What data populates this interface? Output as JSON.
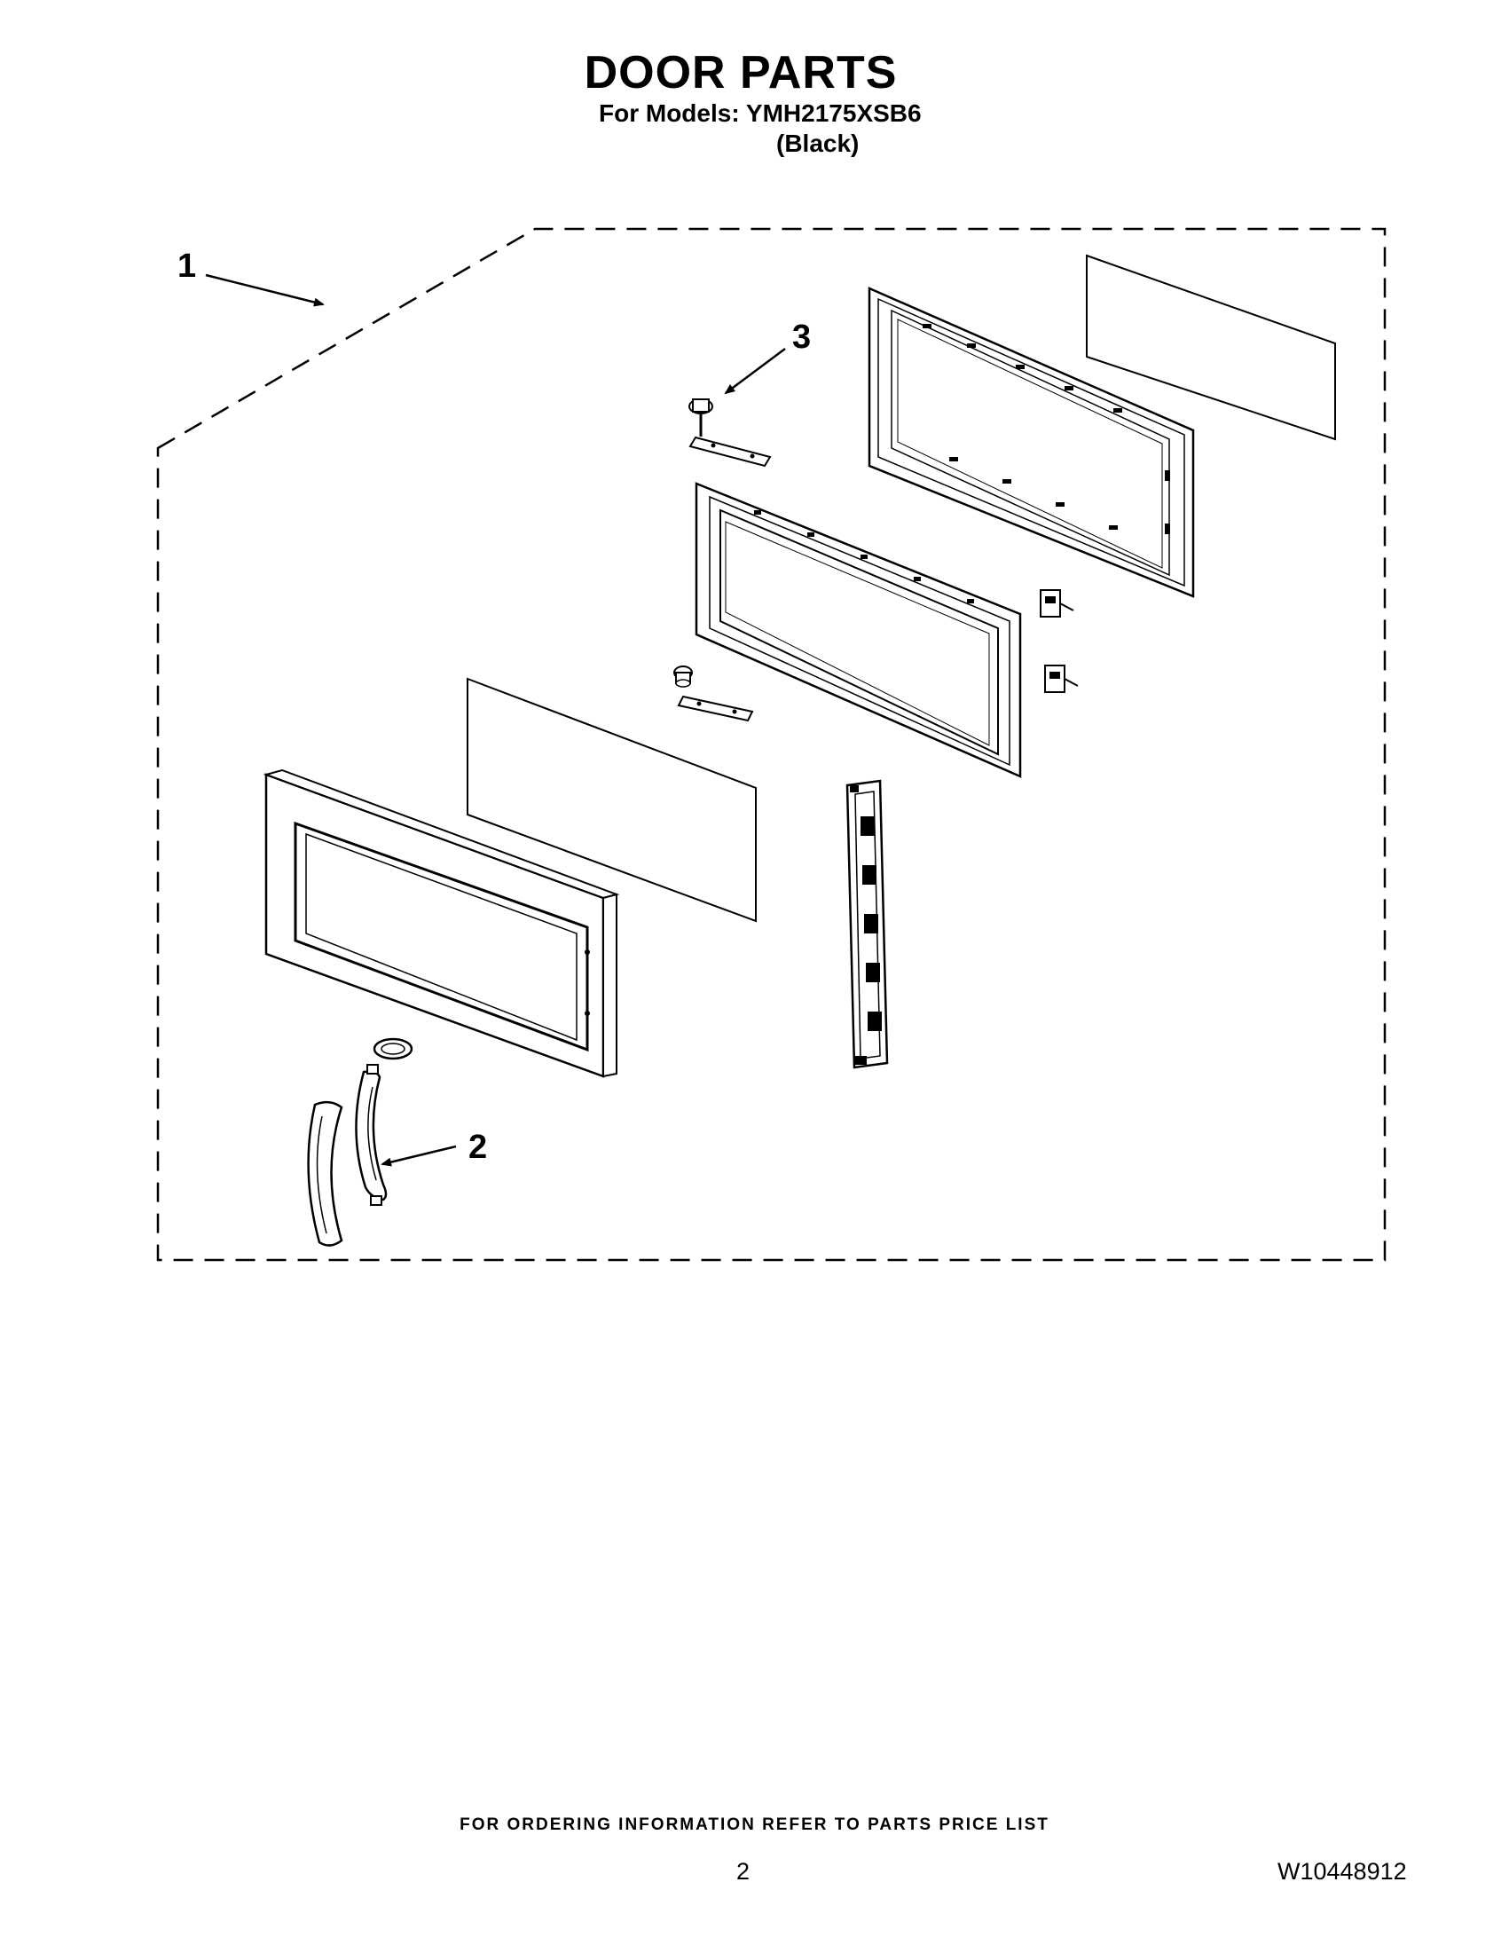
{
  "header": {
    "title": "DOOR PARTS",
    "models_line": "For Models: YMH2175XSB6",
    "color_line": "(Black)"
  },
  "callouts": {
    "c1": "1",
    "c2": "2",
    "c3": "3"
  },
  "footer": {
    "ordering_note": "FOR ORDERING INFORMATION REFER TO PARTS PRICE LIST",
    "page_number": "2",
    "document_number": "W10448912"
  }
}
